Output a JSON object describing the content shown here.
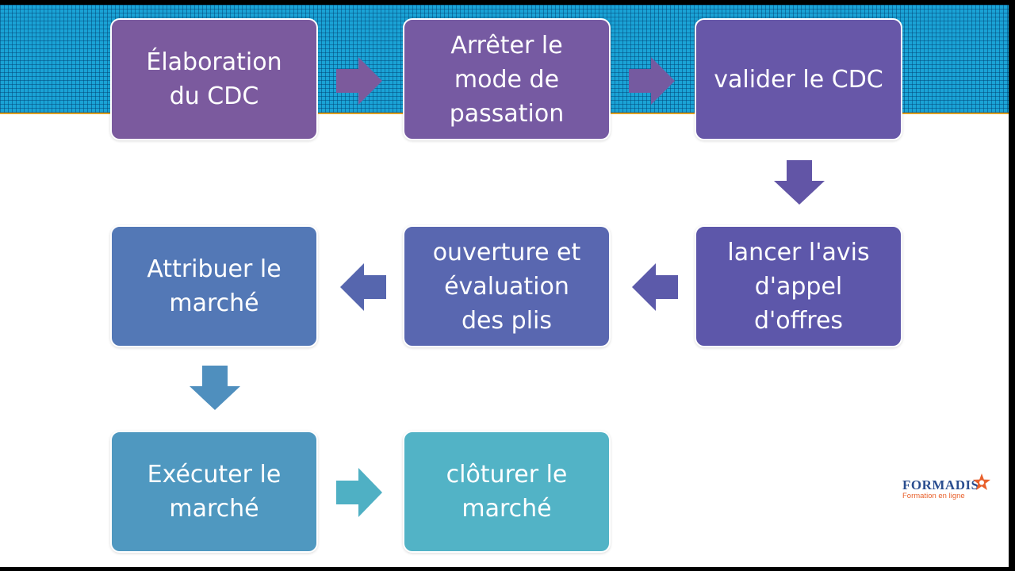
{
  "steps": {
    "s1": {
      "label": "Élaboration\ndu CDC",
      "color": "#7b5a9e"
    },
    "s2": {
      "label": "Arrêter le\nmode de\npassation",
      "color": "#765aa2"
    },
    "s3": {
      "label": "valider le CDC",
      "color": "#6757a8"
    },
    "s4": {
      "label": "lancer l'avis\nd'appel\nd'offres",
      "color": "#5d57aa"
    },
    "s5": {
      "label": "ouverture et\névaluation\ndes plis",
      "color": "#5967b0"
    },
    "s6": {
      "label": "Attribuer le\nmarché",
      "color": "#5378b6"
    },
    "s7": {
      "label": "Exécuter le\nmarché",
      "color": "#4f98c0"
    },
    "s8": {
      "label": "clôturer le\nmarché",
      "color": "#52b3c6"
    }
  },
  "arrow_colors": {
    "a1": "#7c5a9c",
    "a2": "#755aa0",
    "a3": "#6255a6",
    "a4": "#5c5aaa",
    "a5": "#5666ae",
    "a6": "#4f8fbe",
    "a7": "#4fb0c4"
  },
  "logo": {
    "name": "FORMADIS",
    "tagline": "Formation en ligne"
  }
}
